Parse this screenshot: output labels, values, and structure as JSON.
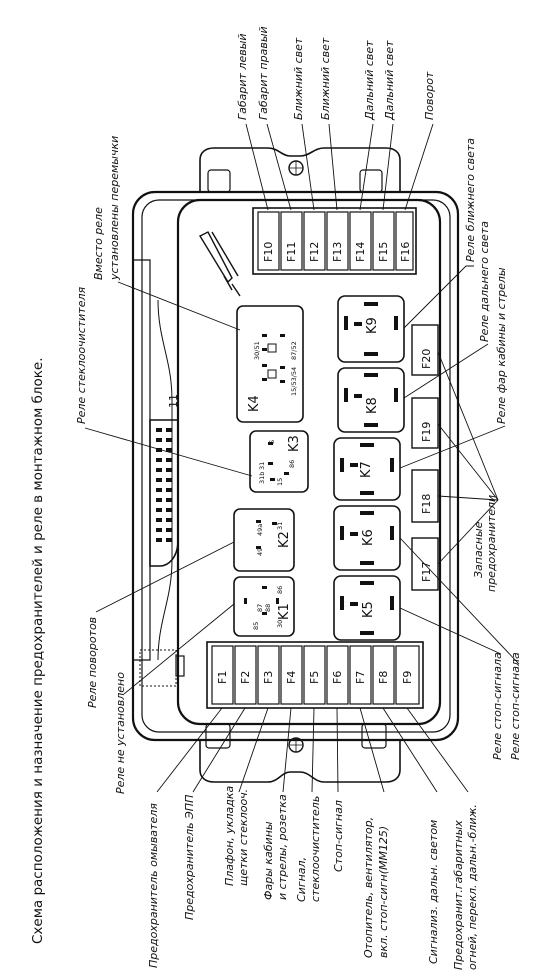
{
  "title": "Схема расположения и назначение предохранителей и реле в монтажном блоке.",
  "connector_number": "11",
  "top_labels": {
    "f10": "Габарит левый",
    "f11": "Габарит правый",
    "f12": "Ближний свет",
    "f13": "Ближний свет",
    "f14": "Дальний свет",
    "f15": "Дальний свет",
    "f16": "Поворот"
  },
  "right_labels": {
    "k9": "Реле ближнего света",
    "k8": "Реле дальнего света",
    "k7": "Реле фар кабины и стрелы",
    "k5": "Реле стоп-сигнала",
    "k6": "Реле стоп-сигнала",
    "spare_line1": "Запасные",
    "spare_line2": "предохранители"
  },
  "left_labels": {
    "k4_line1": "Вместо реле",
    "k4_line2": "установлены перемычки",
    "k3": "Реле стеклоочистителя",
    "k2": "Реле поворотов",
    "k1": "Реле не установлено"
  },
  "bottom_labels": {
    "f1": "Предохранитель омывателя",
    "f2": "Предохранитель ЭПП",
    "f3_line1": "Плафон, укладка",
    "f3_line2": "щетки стеклооч.",
    "f4_line1": "Фары кабины",
    "f4_line2": "и стрелы, розетка",
    "f5_line1": "Сигнал,",
    "f5_line2": "стеклоочиститель",
    "f6": "Стоп-сигнал",
    "f7_line1": "Отопитель, вентилятор,",
    "f7_line2": "вкл. стоп-сигн(ММ125)",
    "f8": "Сигнализ. дальн. светом",
    "f9_line1": "Предохранит.габаритных",
    "f9_line2": "огней, перекл. дальн.-ближ."
  },
  "fuses": {
    "f1": "F1",
    "f2": "F2",
    "f3": "F3",
    "f4": "F4",
    "f5": "F5",
    "f6": "F6",
    "f7": "F7",
    "f8": "F8",
    "f9": "F9",
    "f10": "F10",
    "f11": "F11",
    "f12": "F12",
    "f13": "F13",
    "f14": "F14",
    "f15": "F15",
    "f16": "F16",
    "f17": "F17",
    "f18": "F18",
    "f19": "F19",
    "f20": "F20"
  },
  "relays": {
    "k1": "K1",
    "k2": "K2",
    "k3": "K3",
    "k4": "K4",
    "k5": "K5",
    "k6": "K6",
    "k7": "K7",
    "k8": "K8",
    "k9": "K9"
  },
  "pins": {
    "k1": [
      "87",
      "86",
      "88",
      "85",
      "30"
    ],
    "k2": [
      "49a",
      "49",
      "31"
    ],
    "k3": [
      "31",
      "S",
      "31b",
      "15",
      "86"
    ],
    "k4": [
      "30/51",
      "87/52",
      "15/53/54"
    ]
  }
}
